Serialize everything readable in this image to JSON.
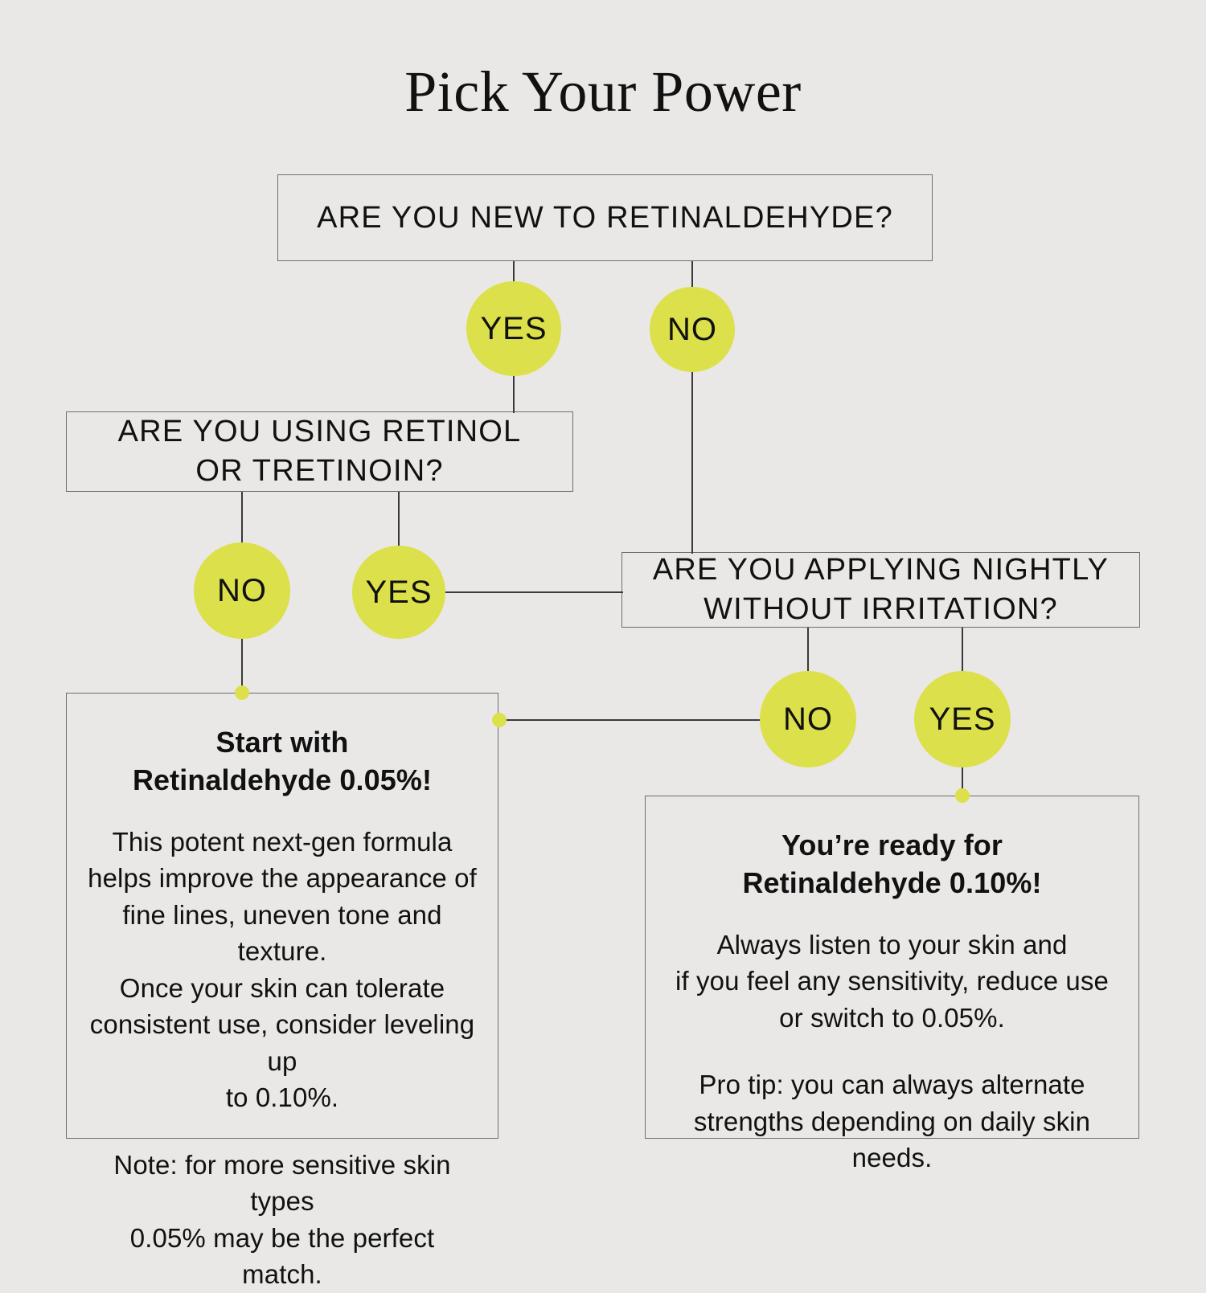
{
  "page": {
    "title": "Pick Your Power",
    "background_color": "#E9E8E6",
    "accent_color": "#DCE04A",
    "line_color": "#3A3A3A",
    "box_border_color": "#6E6E6E",
    "text_color": "#111111"
  },
  "chart_data": {
    "type": "diagram",
    "subtype": "decision-flowchart",
    "title": "Pick Your Power",
    "nodes": [
      {
        "id": "q1",
        "kind": "question",
        "text": "ARE YOU NEW TO RETINALDEHYDE?"
      },
      {
        "id": "q2",
        "kind": "question",
        "text": "ARE YOU USING RETINOL OR TRETINOIN?"
      },
      {
        "id": "q3",
        "kind": "question",
        "text": "ARE YOU APPLYING NIGHTLY WITHOUT IRRITATION?"
      },
      {
        "id": "r1",
        "kind": "result",
        "heading": "Start with Retinaldehyde 0.05%!"
      },
      {
        "id": "r2",
        "kind": "result",
        "heading": "You're ready for Retinaldehyde 0.10%!"
      }
    ],
    "edges": [
      {
        "from": "q1",
        "label": "YES",
        "to": "q2"
      },
      {
        "from": "q1",
        "label": "NO",
        "to": "q3"
      },
      {
        "from": "q2",
        "label": "NO",
        "to": "r1"
      },
      {
        "from": "q2",
        "label": "YES",
        "to": "q3"
      },
      {
        "from": "q3",
        "label": "NO",
        "to": "r1"
      },
      {
        "from": "q3",
        "label": "YES",
        "to": "r2"
      }
    ]
  },
  "questions": {
    "q1": {
      "line1": "ARE YOU NEW TO RETINALDEHYDE?"
    },
    "q2": {
      "line1": "ARE YOU USING RETINOL",
      "line2": "OR TRETINOIN?"
    },
    "q3": {
      "line1": "ARE YOU APPLYING NIGHTLY",
      "line2": "WITHOUT IRRITATION?"
    }
  },
  "answers": {
    "q1_yes": "YES",
    "q1_no": "NO",
    "q2_no": "NO",
    "q2_yes": "YES",
    "q3_no": "NO",
    "q3_yes": "YES"
  },
  "results": {
    "left": {
      "heading": "Start with\nRetinaldehyde 0.05%!",
      "body1": "This potent next-gen formula\nhelps improve the appearance of\nfine lines, uneven tone and texture.\nOnce your skin can tolerate\nconsistent use, consider leveling up\nto 0.10%.",
      "body2": "Note: for more sensitive skin types\n0.05% may be the perfect match."
    },
    "right": {
      "heading": "You’re ready for\nRetinaldehyde 0.10%!",
      "body1": "Always listen to your skin and\nif you feel any sensitivity, reduce use\nor switch to 0.05%.",
      "body2": "Pro tip: you can always alternate\nstrengths depending on daily skin\nneeds."
    }
  }
}
